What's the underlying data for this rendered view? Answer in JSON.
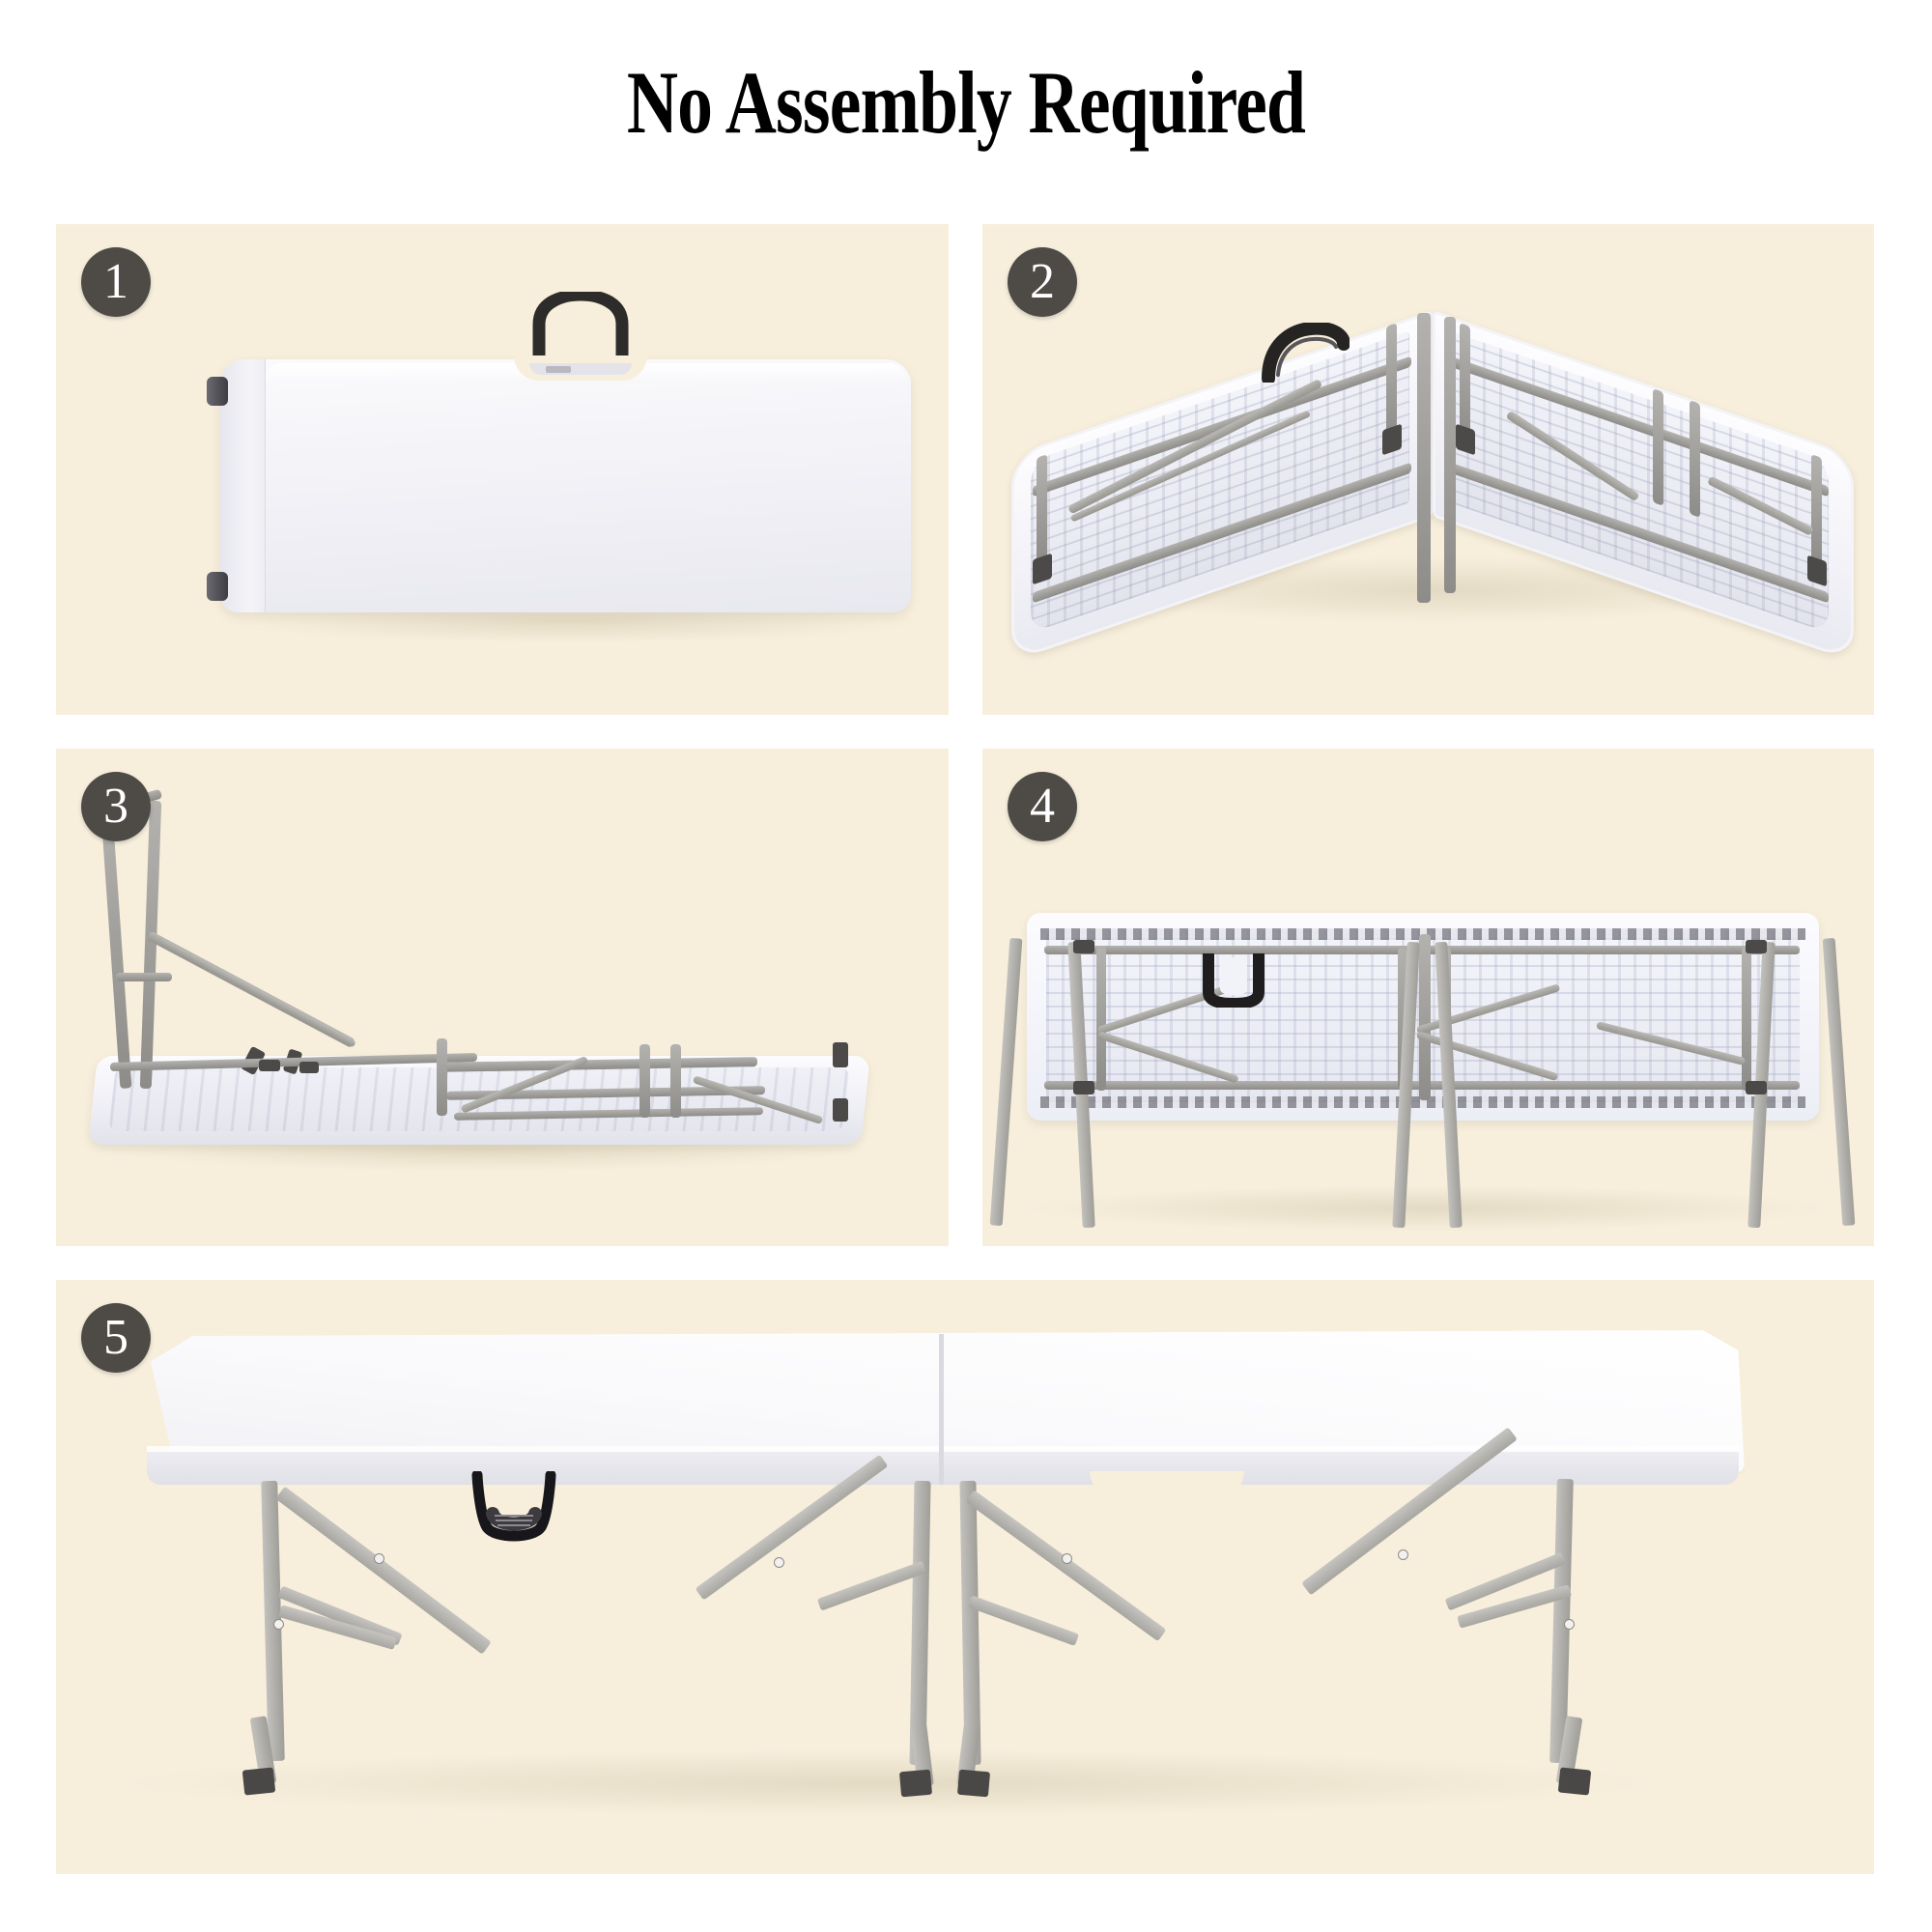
{
  "header": {
    "title": "No Assembly Required"
  },
  "colors": {
    "page_background": "#FFFFFF",
    "panel_background": "#F7EFDC",
    "badge_background": "#4E4B47",
    "badge_text": "#FFFFFF",
    "title_text": "#000000",
    "product_white": "#F2F2F7",
    "frame_gray": "#A8A6A1",
    "handle_black": "#2E2C2B"
  },
  "steps": [
    {
      "number": "1",
      "badge_label": "1",
      "panel_name": "step-1-panel",
      "caption": "",
      "illustration": "folded-bench-carry-case",
      "parts": [
        "carry-handle-strap",
        "folded-table-top",
        "transport-wheels",
        "center-latch"
      ]
    },
    {
      "number": "2",
      "badge_label": "2",
      "panel_name": "step-2-panel",
      "caption": "",
      "illustration": "bench-half-open-v-shape",
      "parts": [
        "underside-panel",
        "folded-leg-frames",
        "center-hinge",
        "carry-handle-strap"
      ]
    },
    {
      "number": "3",
      "badge_label": "3",
      "panel_name": "step-3-panel",
      "caption": "",
      "illustration": "bench-flat-unfolding-leg",
      "parts": [
        "bench-top-underside",
        "raised-leg-frame",
        "support-brace",
        "folded-leg-frames"
      ]
    },
    {
      "number": "4",
      "badge_label": "4",
      "panel_name": "step-4-panel",
      "caption": "",
      "illustration": "bench-underside-legs-extended",
      "parts": [
        "underside-panel",
        "extended-legs",
        "cross-braces",
        "carry-handle-grip"
      ]
    },
    {
      "number": "5",
      "badge_label": "5",
      "panel_name": "step-5-panel",
      "caption": "",
      "illustration": "assembled-folding-bench",
      "parts": [
        "bench-seat-top",
        "four-legs",
        "support-braces",
        "carry-handle-grip",
        "foot-caps"
      ]
    }
  ],
  "layout": {
    "rows": 3,
    "columns_row1": 2,
    "columns_row2": 2,
    "columns_row3": 1
  }
}
